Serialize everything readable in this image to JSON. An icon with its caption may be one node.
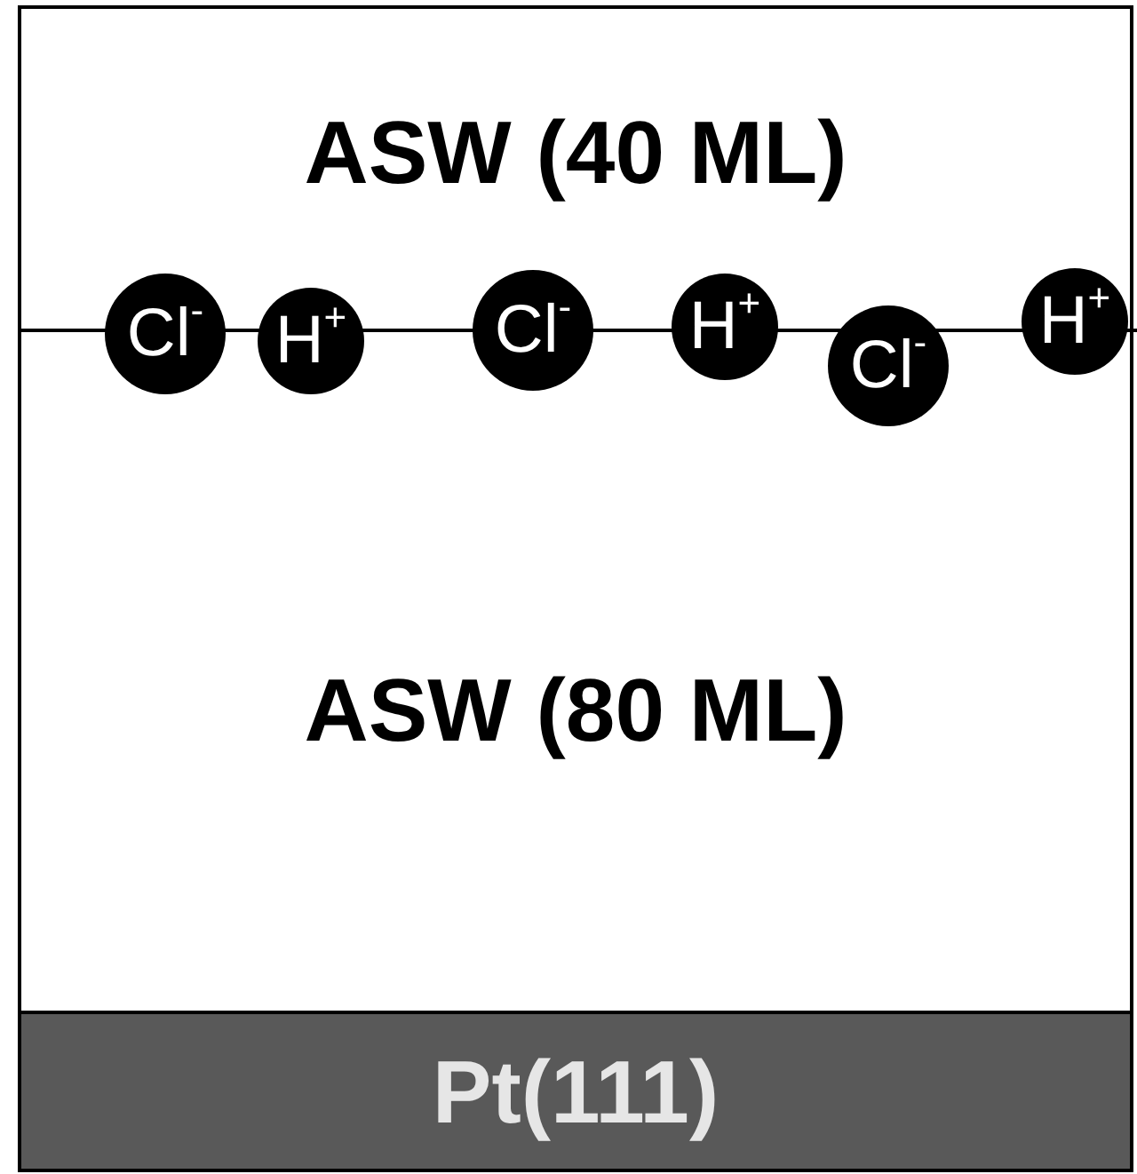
{
  "diagram": {
    "nodes": [
      {
        "text": [
          "ASW (40 ML)"
        ]
      },
      {
        "text": [
          "ASW (80 ML)"
        ]
      },
      {
        "text": [
          "Pt(111)"
        ]
      },
      {
        "text": [
          "Cl$^{-}$"
        ]
      },
      {
        "text": [
          "H$^{+}$"
        ]
      },
      {
        "text": [
          "Cl$^{-}$"
        ]
      },
      {
        "text": [
          "H$^{+}$"
        ]
      },
      {
        "text": [
          "Cl$^{-}$"
        ]
      },
      {
        "text": [
          "H$^{+}$"
        ]
      }
    ]
  }
}
